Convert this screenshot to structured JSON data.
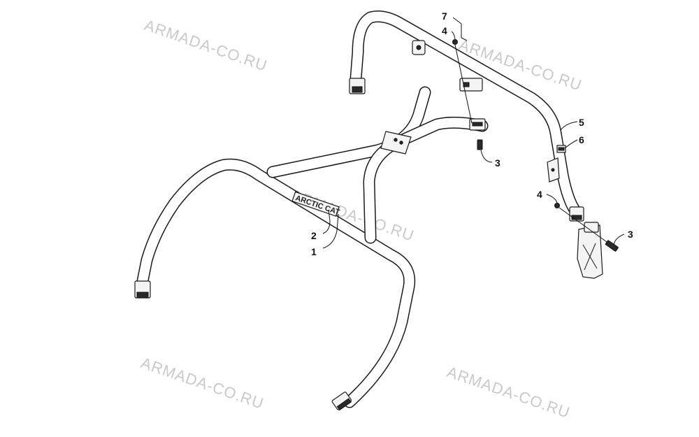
{
  "watermarks": [
    "ARMADA-CO.RU",
    "ARMADA-CO.RU",
    "ARMADA-CO.RU",
    "ARMADA-CO.RU",
    "ARMADA-CO.RU"
  ],
  "brand_decal": "ARCTIC CAT",
  "callouts": {
    "c1": "1",
    "c2": "2",
    "c3a": "3",
    "c3b": "3",
    "c4a": "4",
    "c4b": "4",
    "c5": "5",
    "c6": "6",
    "c7": "7"
  }
}
